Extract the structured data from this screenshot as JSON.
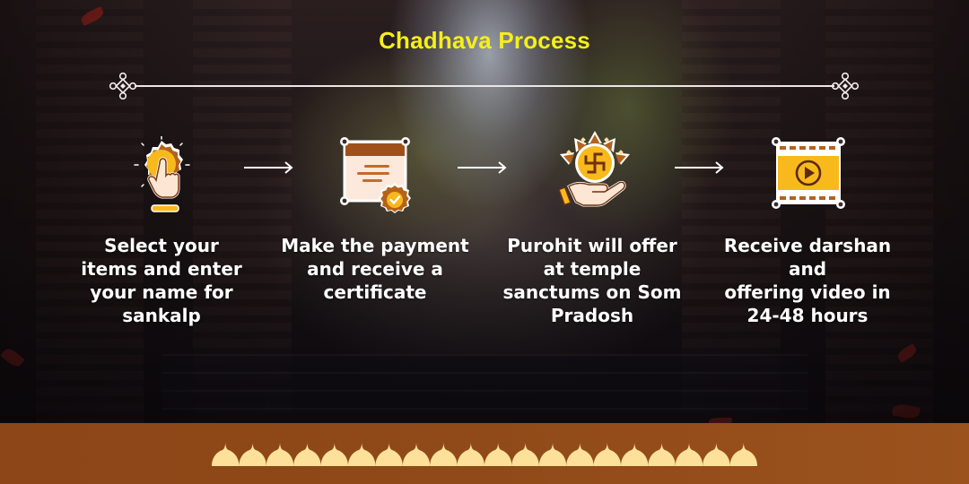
{
  "header": {
    "title": "Chadhava Process"
  },
  "colors": {
    "title": "#f5ef1a",
    "footer_band": "#8f4918",
    "dome_fill": "#fde19a",
    "icon_orange": "#f8b91d",
    "icon_brown": "#9a4a14"
  },
  "steps": [
    {
      "icon": "tap-hand-icon",
      "text": "Select your items and enter your name for sankalp",
      "lines": [
        "Select your",
        "items and enter",
        "your name for",
        "sankalp"
      ]
    },
    {
      "icon": "certificate-icon",
      "text": "Make the payment and receive a certificate",
      "lines": [
        "Make the payment",
        "and receive a",
        "certificate"
      ]
    },
    {
      "icon": "offering-hand-icon",
      "text": "Purohit will offer at temple sanctums on Som Pradosh",
      "lines": [
        "Purohit will offer",
        "at temple",
        "sanctums on Som",
        "Pradosh"
      ]
    },
    {
      "icon": "video-icon",
      "text": "Receive darshan and offering video in 24-48 hours",
      "lines": [
        "Receive darshan and",
        "offering video in",
        "24-48 hours"
      ]
    }
  ],
  "arrows": [
    "arrow-right-icon",
    "arrow-right-icon",
    "arrow-right-icon"
  ],
  "footer": {
    "dome_count": 20
  }
}
